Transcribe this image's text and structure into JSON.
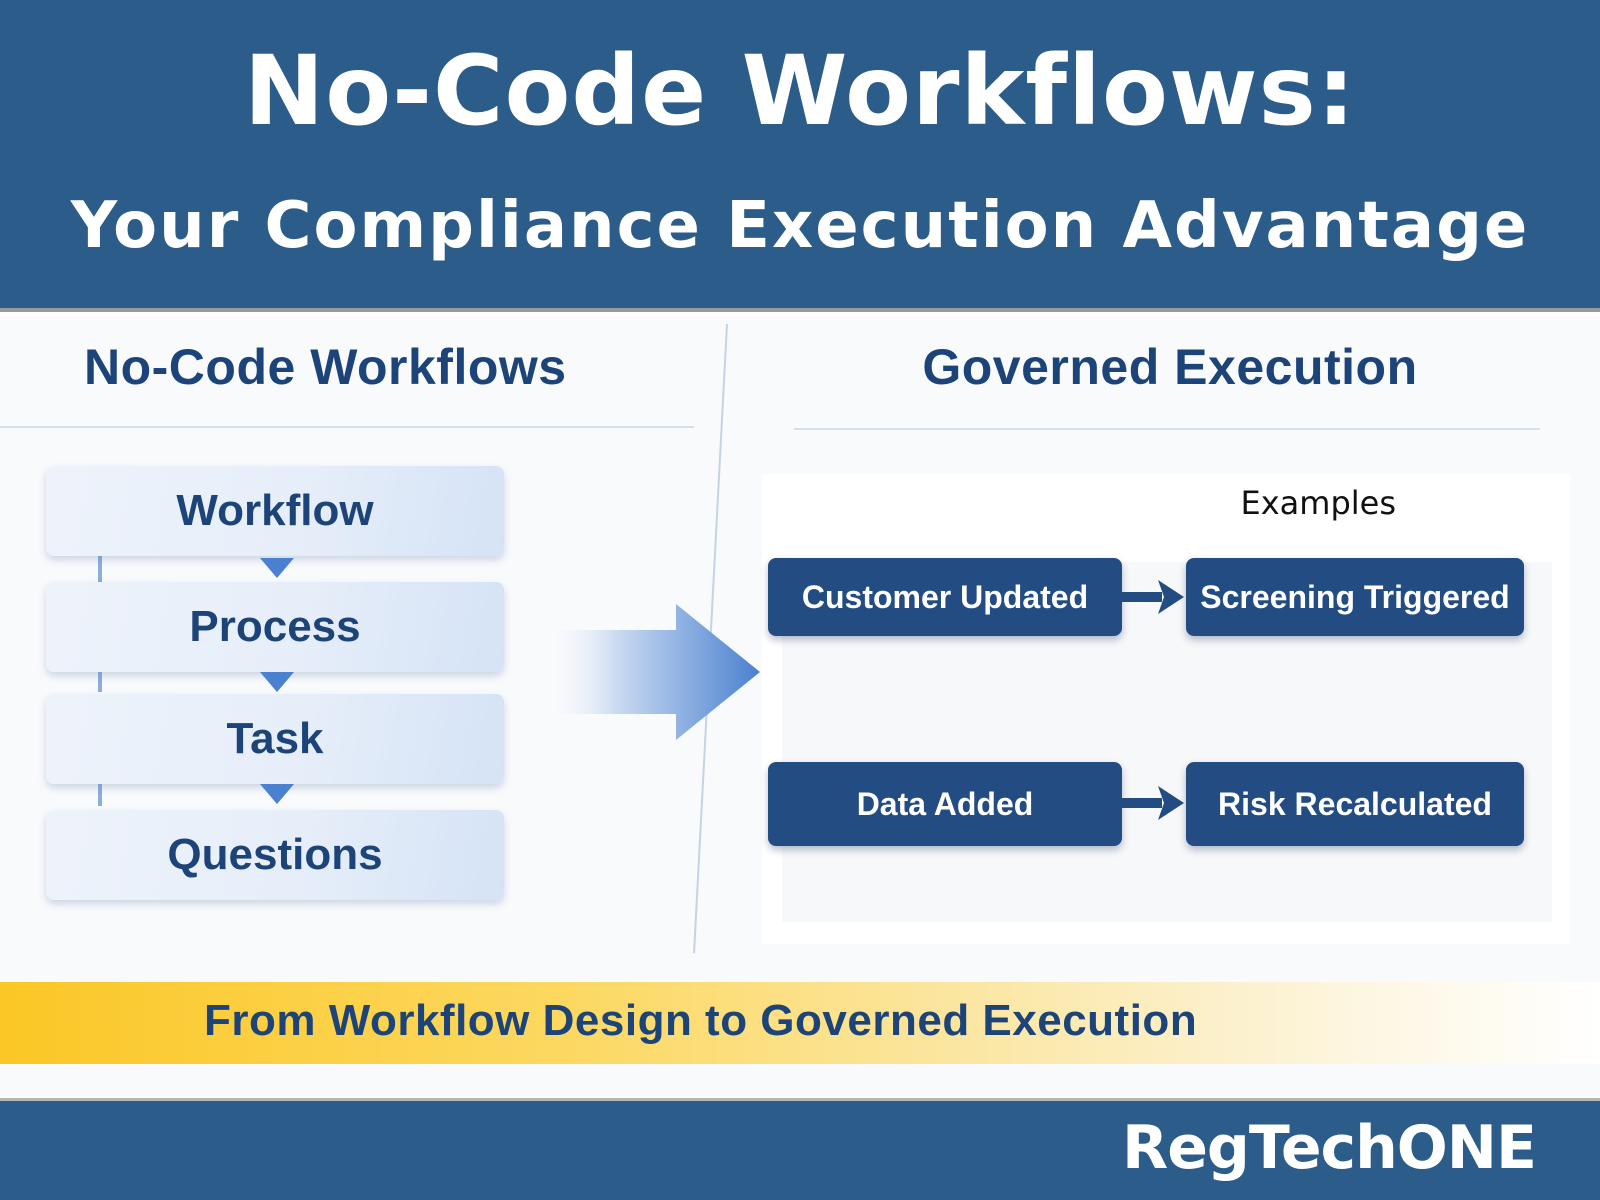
{
  "header": {
    "title": "No-Code Workflows:",
    "subtitle": "Your Compliance Execution Advantage",
    "background_color": "#2b5c8a"
  },
  "left_panel": {
    "heading": "No-Code Workflows",
    "hierarchy": [
      {
        "label": "Workflow"
      },
      {
        "label": "Process"
      },
      {
        "label": "Task"
      },
      {
        "label": "Questions"
      }
    ],
    "connector_icon": "down-triangle-icon"
  },
  "transition": {
    "icon": "right-arrow-icon",
    "accent_color": "#4a80d0"
  },
  "right_panel": {
    "heading": "Governed Execution",
    "examples_label": "Examples",
    "examples": [
      {
        "trigger": "Customer Updated",
        "result": "Screening Triggered"
      },
      {
        "trigger": "Data Added",
        "result": "Risk Recalculated"
      }
    ],
    "box_color": "#234d82"
  },
  "banner": {
    "text": "From Workflow Design to Governed Execution",
    "accent_color": "#fbc726"
  },
  "footer": {
    "brand": "RegTechONE"
  }
}
